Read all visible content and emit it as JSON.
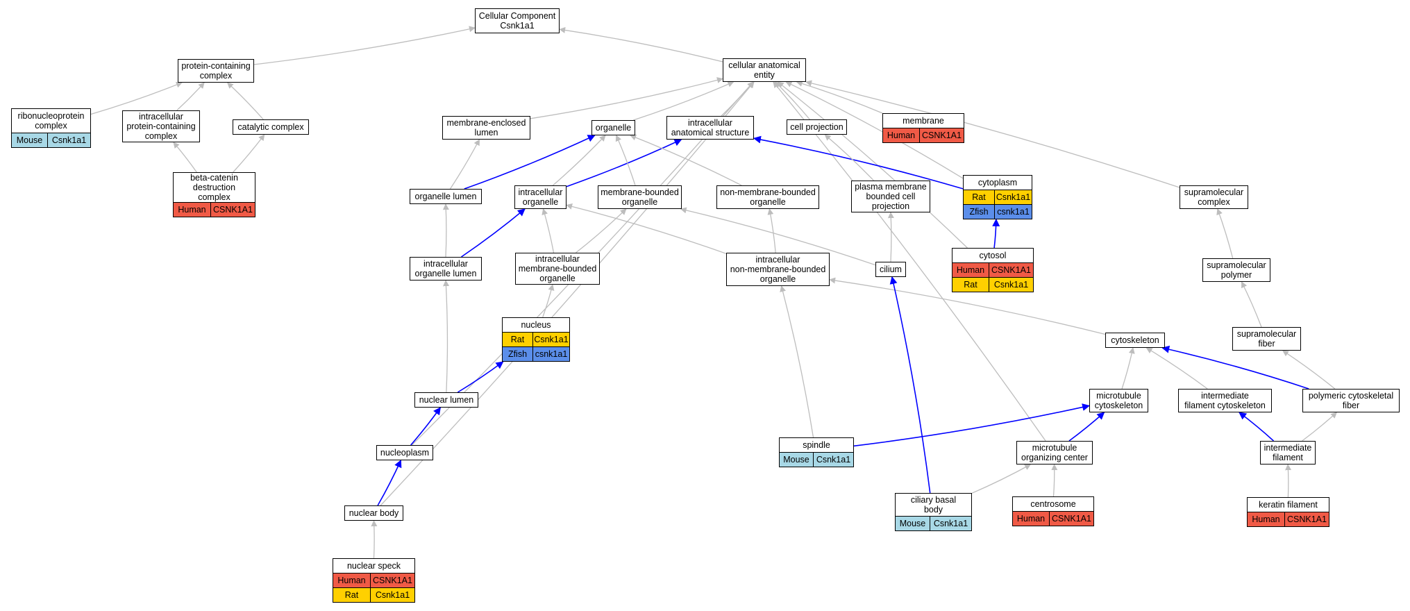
{
  "colors": {
    "Human": "#f05a46",
    "Rat": "#ffd000",
    "Mouse": "#a8d8e6",
    "Zfish": "#5b8eea",
    "edge_is_a": "#bdbdbd",
    "edge_part_of": "#0000ff"
  },
  "nodes": [
    {
      "id": "root",
      "label": "Cellular Component\nCsnk1a1",
      "rows": []
    },
    {
      "id": "pcc",
      "label": "protein-containing\ncomplex",
      "rows": []
    },
    {
      "id": "cae",
      "label": "cellular anatomical\nentity",
      "rows": []
    },
    {
      "id": "rnp",
      "label": "ribonucleoprotein\ncomplex",
      "rows": [
        {
          "species": "Mouse",
          "gene": "Csnk1a1"
        }
      ]
    },
    {
      "id": "ipcc",
      "label": "intracellular\nprotein-containing\ncomplex",
      "rows": []
    },
    {
      "id": "cat",
      "label": "catalytic complex",
      "rows": []
    },
    {
      "id": "bcat",
      "label": "beta-catenin\ndestruction\ncomplex",
      "rows": [
        {
          "species": "Human",
          "gene": "CSNK1A1"
        }
      ]
    },
    {
      "id": "mel",
      "label": "membrane-enclosed\nlumen",
      "rows": []
    },
    {
      "id": "org",
      "label": "organelle",
      "rows": []
    },
    {
      "id": "ias",
      "label": "intracellular\nanatomical structure",
      "rows": []
    },
    {
      "id": "cproj",
      "label": "cell projection",
      "rows": []
    },
    {
      "id": "mem",
      "label": "membrane",
      "rows": [
        {
          "species": "Human",
          "gene": "CSNK1A1"
        }
      ]
    },
    {
      "id": "cyto",
      "label": "cytoplasm",
      "rows": [
        {
          "species": "Rat",
          "gene": "Csnk1a1"
        },
        {
          "species": "Zfish",
          "gene": "csnk1a1"
        }
      ]
    },
    {
      "id": "orgl",
      "label": "organelle lumen",
      "rows": []
    },
    {
      "id": "iorg",
      "label": "intracellular\norganelle",
      "rows": []
    },
    {
      "id": "mbo",
      "label": "membrane-bounded\norganelle",
      "rows": []
    },
    {
      "id": "nmbo",
      "label": "non-membrane-bounded\norganelle",
      "rows": []
    },
    {
      "id": "pmbcp",
      "label": "plasma membrane\nbounded cell\nprojection",
      "rows": []
    },
    {
      "id": "smc",
      "label": "supramolecular\ncomplex",
      "rows": []
    },
    {
      "id": "cytosol",
      "label": "cytosol",
      "rows": [
        {
          "species": "Human",
          "gene": "CSNK1A1"
        },
        {
          "species": "Rat",
          "gene": "Csnk1a1"
        }
      ]
    },
    {
      "id": "iol",
      "label": "intracellular\norganelle lumen",
      "rows": []
    },
    {
      "id": "imbo",
      "label": "intracellular\nmembrane-bounded\norganelle",
      "rows": []
    },
    {
      "id": "inmbo",
      "label": "intracellular\nnon-membrane-bounded\norganelle",
      "rows": []
    },
    {
      "id": "cilium",
      "label": "cilium",
      "rows": []
    },
    {
      "id": "smp",
      "label": "supramolecular\npolymer",
      "rows": []
    },
    {
      "id": "nucleus",
      "label": "nucleus",
      "rows": [
        {
          "species": "Rat",
          "gene": "Csnk1a1"
        },
        {
          "species": "Zfish",
          "gene": "csnk1a1"
        }
      ]
    },
    {
      "id": "cytosk",
      "label": "cytoskeleton",
      "rows": []
    },
    {
      "id": "smf",
      "label": "supramolecular\nfiber",
      "rows": []
    },
    {
      "id": "nlum",
      "label": "nuclear lumen",
      "rows": []
    },
    {
      "id": "mtc",
      "label": "microtubule\ncytoskeleton",
      "rows": []
    },
    {
      "id": "ifc",
      "label": "intermediate\nfilament cytoskeleton",
      "rows": []
    },
    {
      "id": "pcf",
      "label": "polymeric cytoskeletal\nfiber",
      "rows": []
    },
    {
      "id": "nplasm",
      "label": "nucleoplasm",
      "rows": []
    },
    {
      "id": "spindle",
      "label": "spindle",
      "rows": [
        {
          "species": "Mouse",
          "gene": "Csnk1a1"
        }
      ]
    },
    {
      "id": "mtoc",
      "label": "microtubule\norganizing center",
      "rows": []
    },
    {
      "id": "if",
      "label": "intermediate\nfilament",
      "rows": []
    },
    {
      "id": "nbody",
      "label": "nuclear body",
      "rows": []
    },
    {
      "id": "cbb",
      "label": "ciliary basal\nbody",
      "rows": [
        {
          "species": "Mouse",
          "gene": "Csnk1a1"
        }
      ]
    },
    {
      "id": "centro",
      "label": "centrosome",
      "rows": [
        {
          "species": "Human",
          "gene": "CSNK1A1"
        }
      ]
    },
    {
      "id": "kf",
      "label": "keratin filament",
      "rows": [
        {
          "species": "Human",
          "gene": "CSNK1A1"
        }
      ]
    },
    {
      "id": "nspeck",
      "label": "nuclear speck",
      "rows": [
        {
          "species": "Human",
          "gene": "CSNK1A1"
        },
        {
          "species": "Rat",
          "gene": "Csnk1a1"
        }
      ]
    }
  ],
  "edges": [
    {
      "from": "pcc",
      "to": "root",
      "type": "is_a"
    },
    {
      "from": "cae",
      "to": "root",
      "type": "is_a"
    },
    {
      "from": "rnp",
      "to": "pcc",
      "type": "is_a"
    },
    {
      "from": "ipcc",
      "to": "pcc",
      "type": "is_a"
    },
    {
      "from": "cat",
      "to": "pcc",
      "type": "is_a"
    },
    {
      "from": "bcat",
      "to": "ipcc",
      "type": "is_a"
    },
    {
      "from": "bcat",
      "to": "cat",
      "type": "is_a"
    },
    {
      "from": "mel",
      "to": "cae",
      "type": "is_a"
    },
    {
      "from": "org",
      "to": "cae",
      "type": "is_a"
    },
    {
      "from": "ias",
      "to": "cae",
      "type": "is_a"
    },
    {
      "from": "cproj",
      "to": "cae",
      "type": "is_a"
    },
    {
      "from": "mem",
      "to": "cae",
      "type": "is_a"
    },
    {
      "from": "cyto",
      "to": "cae",
      "type": "is_a"
    },
    {
      "from": "smc",
      "to": "cae",
      "type": "is_a"
    },
    {
      "from": "cytosol",
      "to": "cae",
      "type": "is_a"
    },
    {
      "from": "mtoc",
      "to": "cae",
      "type": "is_a"
    },
    {
      "from": "nplasm",
      "to": "cae",
      "type": "is_a"
    },
    {
      "from": "nbody",
      "to": "cae",
      "type": "is_a"
    },
    {
      "from": "orgl",
      "to": "mel",
      "type": "is_a"
    },
    {
      "from": "orgl",
      "to": "org",
      "type": "part_of"
    },
    {
      "from": "iorg",
      "to": "org",
      "type": "is_a"
    },
    {
      "from": "iorg",
      "to": "ias",
      "type": "part_of"
    },
    {
      "from": "mbo",
      "to": "org",
      "type": "is_a"
    },
    {
      "from": "nmbo",
      "to": "org",
      "type": "is_a"
    },
    {
      "from": "cyto",
      "to": "ias",
      "type": "part_of"
    },
    {
      "from": "pmbcp",
      "to": "cproj",
      "type": "is_a"
    },
    {
      "from": "cytosol",
      "to": "cyto",
      "type": "part_of"
    },
    {
      "from": "iol",
      "to": "orgl",
      "type": "is_a"
    },
    {
      "from": "iol",
      "to": "iorg",
      "type": "part_of"
    },
    {
      "from": "imbo",
      "to": "iorg",
      "type": "is_a"
    },
    {
      "from": "imbo",
      "to": "mbo",
      "type": "is_a"
    },
    {
      "from": "inmbo",
      "to": "iorg",
      "type": "is_a"
    },
    {
      "from": "inmbo",
      "to": "nmbo",
      "type": "is_a"
    },
    {
      "from": "cilium",
      "to": "pmbcp",
      "type": "is_a"
    },
    {
      "from": "cilium",
      "to": "mbo",
      "type": "is_a"
    },
    {
      "from": "smp",
      "to": "smc",
      "type": "is_a"
    },
    {
      "from": "nucleus",
      "to": "imbo",
      "type": "is_a"
    },
    {
      "from": "cytosk",
      "to": "inmbo",
      "type": "is_a"
    },
    {
      "from": "smf",
      "to": "smp",
      "type": "is_a"
    },
    {
      "from": "nlum",
      "to": "iol",
      "type": "is_a"
    },
    {
      "from": "nlum",
      "to": "nucleus",
      "type": "part_of"
    },
    {
      "from": "mtc",
      "to": "cytosk",
      "type": "is_a"
    },
    {
      "from": "ifc",
      "to": "cytosk",
      "type": "is_a"
    },
    {
      "from": "pcf",
      "to": "cytosk",
      "type": "part_of"
    },
    {
      "from": "pcf",
      "to": "smf",
      "type": "is_a"
    },
    {
      "from": "nplasm",
      "to": "nlum",
      "type": "part_of"
    },
    {
      "from": "spindle",
      "to": "inmbo",
      "type": "is_a"
    },
    {
      "from": "spindle",
      "to": "mtc",
      "type": "part_of"
    },
    {
      "from": "mtoc",
      "to": "mtc",
      "type": "part_of"
    },
    {
      "from": "if",
      "to": "ifc",
      "type": "part_of"
    },
    {
      "from": "if",
      "to": "pcf",
      "type": "is_a"
    },
    {
      "from": "nbody",
      "to": "nplasm",
      "type": "part_of"
    },
    {
      "from": "cbb",
      "to": "cilium",
      "type": "part_of"
    },
    {
      "from": "cbb",
      "to": "mtoc",
      "type": "is_a"
    },
    {
      "from": "centro",
      "to": "mtoc",
      "type": "is_a"
    },
    {
      "from": "kf",
      "to": "if",
      "type": "is_a"
    },
    {
      "from": "nspeck",
      "to": "nbody",
      "type": "is_a"
    }
  ]
}
